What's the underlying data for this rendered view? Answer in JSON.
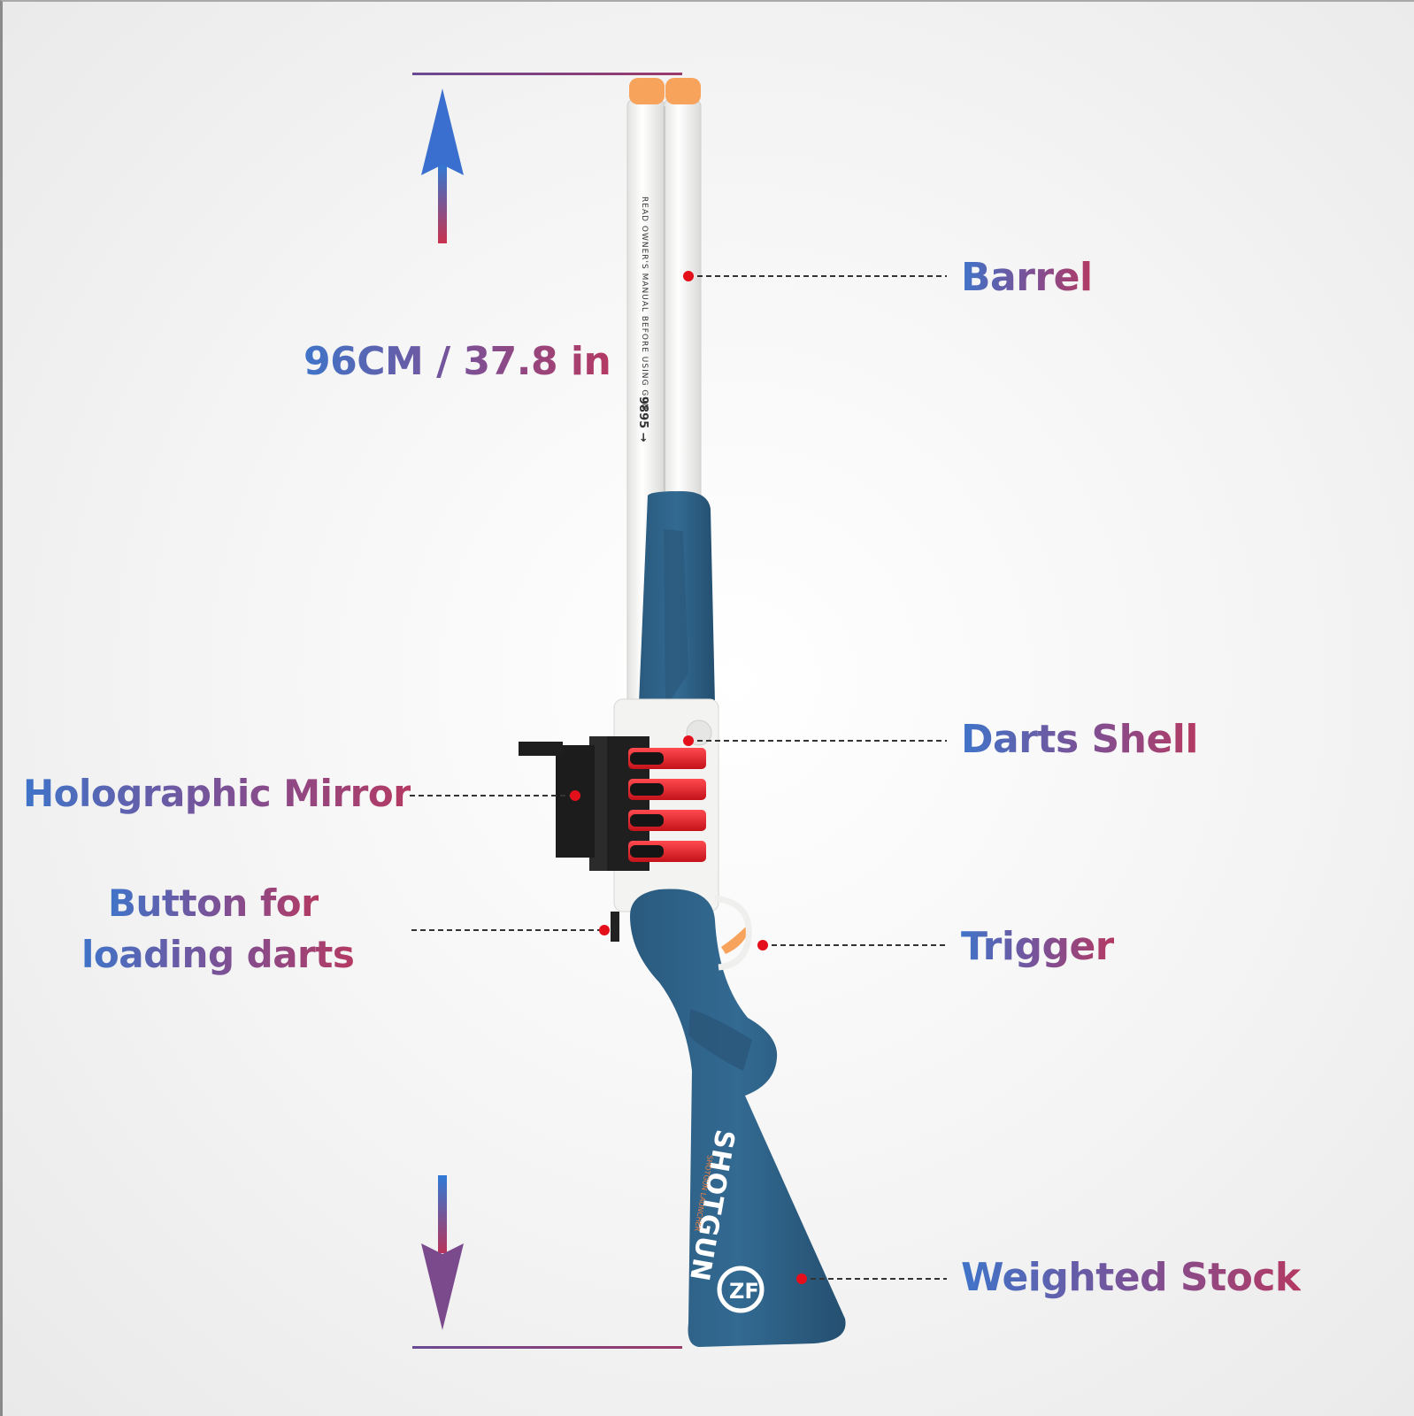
{
  "dimension": {
    "text": "96CM / 37.8 in"
  },
  "labels": {
    "barrel": "Barrel",
    "darts_shell": "Darts Shell",
    "holographic_mirror": "Holographic Mirror",
    "button_line1": "Button for",
    "button_line2": "loading darts",
    "trigger": "Trigger",
    "weighted_stock": "Weighted Stock"
  },
  "product_print": {
    "barrel_text": "READ OWNER'S MANUAL BEFORE USING GUN",
    "model_number": "9895 →",
    "stock_brand": "SHOTGUN",
    "stock_tagline": "SHOTGUN LAUNCHER",
    "stock_logo": "ZF"
  },
  "colors": {
    "label_blue": "#3f74c9",
    "label_magenta": "#b43a63",
    "marker_dot": "#e3101c",
    "gun_blue": "#2d5f84",
    "barrel_white": "#f4f4f2",
    "tip_orange": "#f7a35c",
    "shell_red": "#e8232b"
  },
  "icons": [
    "arrow-up-icon",
    "arrow-down-icon",
    "marker-dot-icon"
  ]
}
